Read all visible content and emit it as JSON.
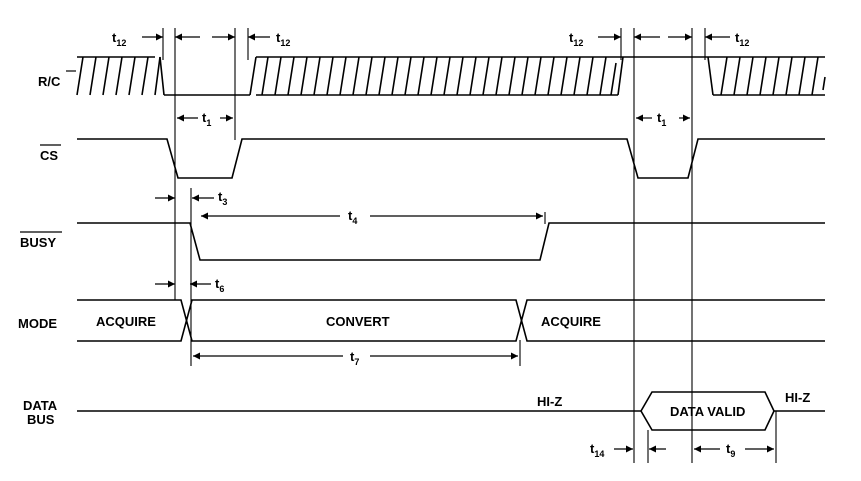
{
  "signals": {
    "rc": {
      "name": "R/",
      "bar": "C"
    },
    "cs": {
      "name": "CS"
    },
    "busy": {
      "name": "BUSY"
    },
    "mode": {
      "name": "MODE"
    },
    "databus": {
      "name_line1": "DATA",
      "name_line2": "BUS"
    }
  },
  "labels": {
    "acquire_1": "ACQUIRE",
    "convert": "CONVERT",
    "acquire_2": "ACQUIRE",
    "hiz_1": "HI-Z",
    "data_valid": "DATA VALID",
    "hiz_2": "HI-Z"
  },
  "timing": {
    "t12_a": {
      "base": "t",
      "sub": "12"
    },
    "t12_b": {
      "base": "t",
      "sub": "12"
    },
    "t12_c": {
      "base": "t",
      "sub": "12"
    },
    "t12_d": {
      "base": "t",
      "sub": "12"
    },
    "t1_a": {
      "base": "t",
      "sub": "1"
    },
    "t1_b": {
      "base": "t",
      "sub": "1"
    },
    "t3": {
      "base": "t",
      "sub": "3"
    },
    "t4": {
      "base": "t",
      "sub": "4"
    },
    "t6": {
      "base": "t",
      "sub": "6"
    },
    "t7": {
      "base": "t",
      "sub": "7"
    },
    "t14": {
      "base": "t",
      "sub": "14"
    },
    "t9": {
      "base": "t",
      "sub": "9"
    }
  }
}
